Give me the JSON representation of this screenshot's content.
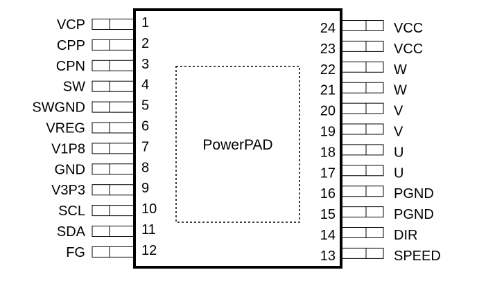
{
  "package": {
    "pad_label": "PowerPAD"
  },
  "left_pins": [
    {
      "number": "1",
      "name": "VCP"
    },
    {
      "number": "2",
      "name": "CPP"
    },
    {
      "number": "3",
      "name": "CPN"
    },
    {
      "number": "4",
      "name": "SW"
    },
    {
      "number": "5",
      "name": "SWGND"
    },
    {
      "number": "6",
      "name": "VREG"
    },
    {
      "number": "7",
      "name": "V1P8"
    },
    {
      "number": "8",
      "name": "GND"
    },
    {
      "number": "9",
      "name": "V3P3"
    },
    {
      "number": "10",
      "name": "SCL"
    },
    {
      "number": "11",
      "name": "SDA"
    },
    {
      "number": "12",
      "name": "FG"
    }
  ],
  "right_pins": [
    {
      "number": "24",
      "name": "VCC"
    },
    {
      "number": "23",
      "name": "VCC"
    },
    {
      "number": "22",
      "name": "W"
    },
    {
      "number": "21",
      "name": "W"
    },
    {
      "number": "20",
      "name": "V"
    },
    {
      "number": "19",
      "name": "V"
    },
    {
      "number": "18",
      "name": "U"
    },
    {
      "number": "17",
      "name": "U"
    },
    {
      "number": "16",
      "name": "PGND"
    },
    {
      "number": "15",
      "name": "PGND"
    },
    {
      "number": "14",
      "name": "DIR"
    },
    {
      "number": "13",
      "name": "SPEED"
    }
  ]
}
